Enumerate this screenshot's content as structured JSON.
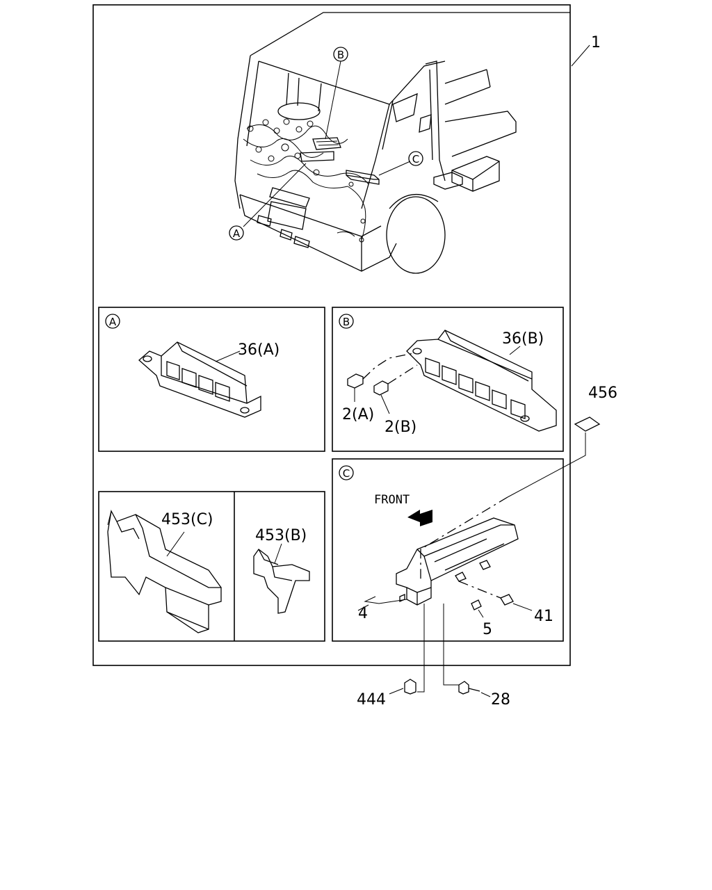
{
  "callouts": {
    "main_assembly": "1",
    "detail_a_part": "36(A)",
    "detail_b_part": "36(B)",
    "part_2a": "2(A)",
    "part_2b": "2(B)",
    "part_456": "456",
    "part_453c": "453(C)",
    "part_453b": "453(B)",
    "part_4": "4",
    "part_5": "5",
    "part_41": "41",
    "part_444": "444",
    "part_28": "28"
  },
  "detail_markers": {
    "a": "A",
    "b": "B",
    "c": "C"
  },
  "direction_label": "FRONT"
}
